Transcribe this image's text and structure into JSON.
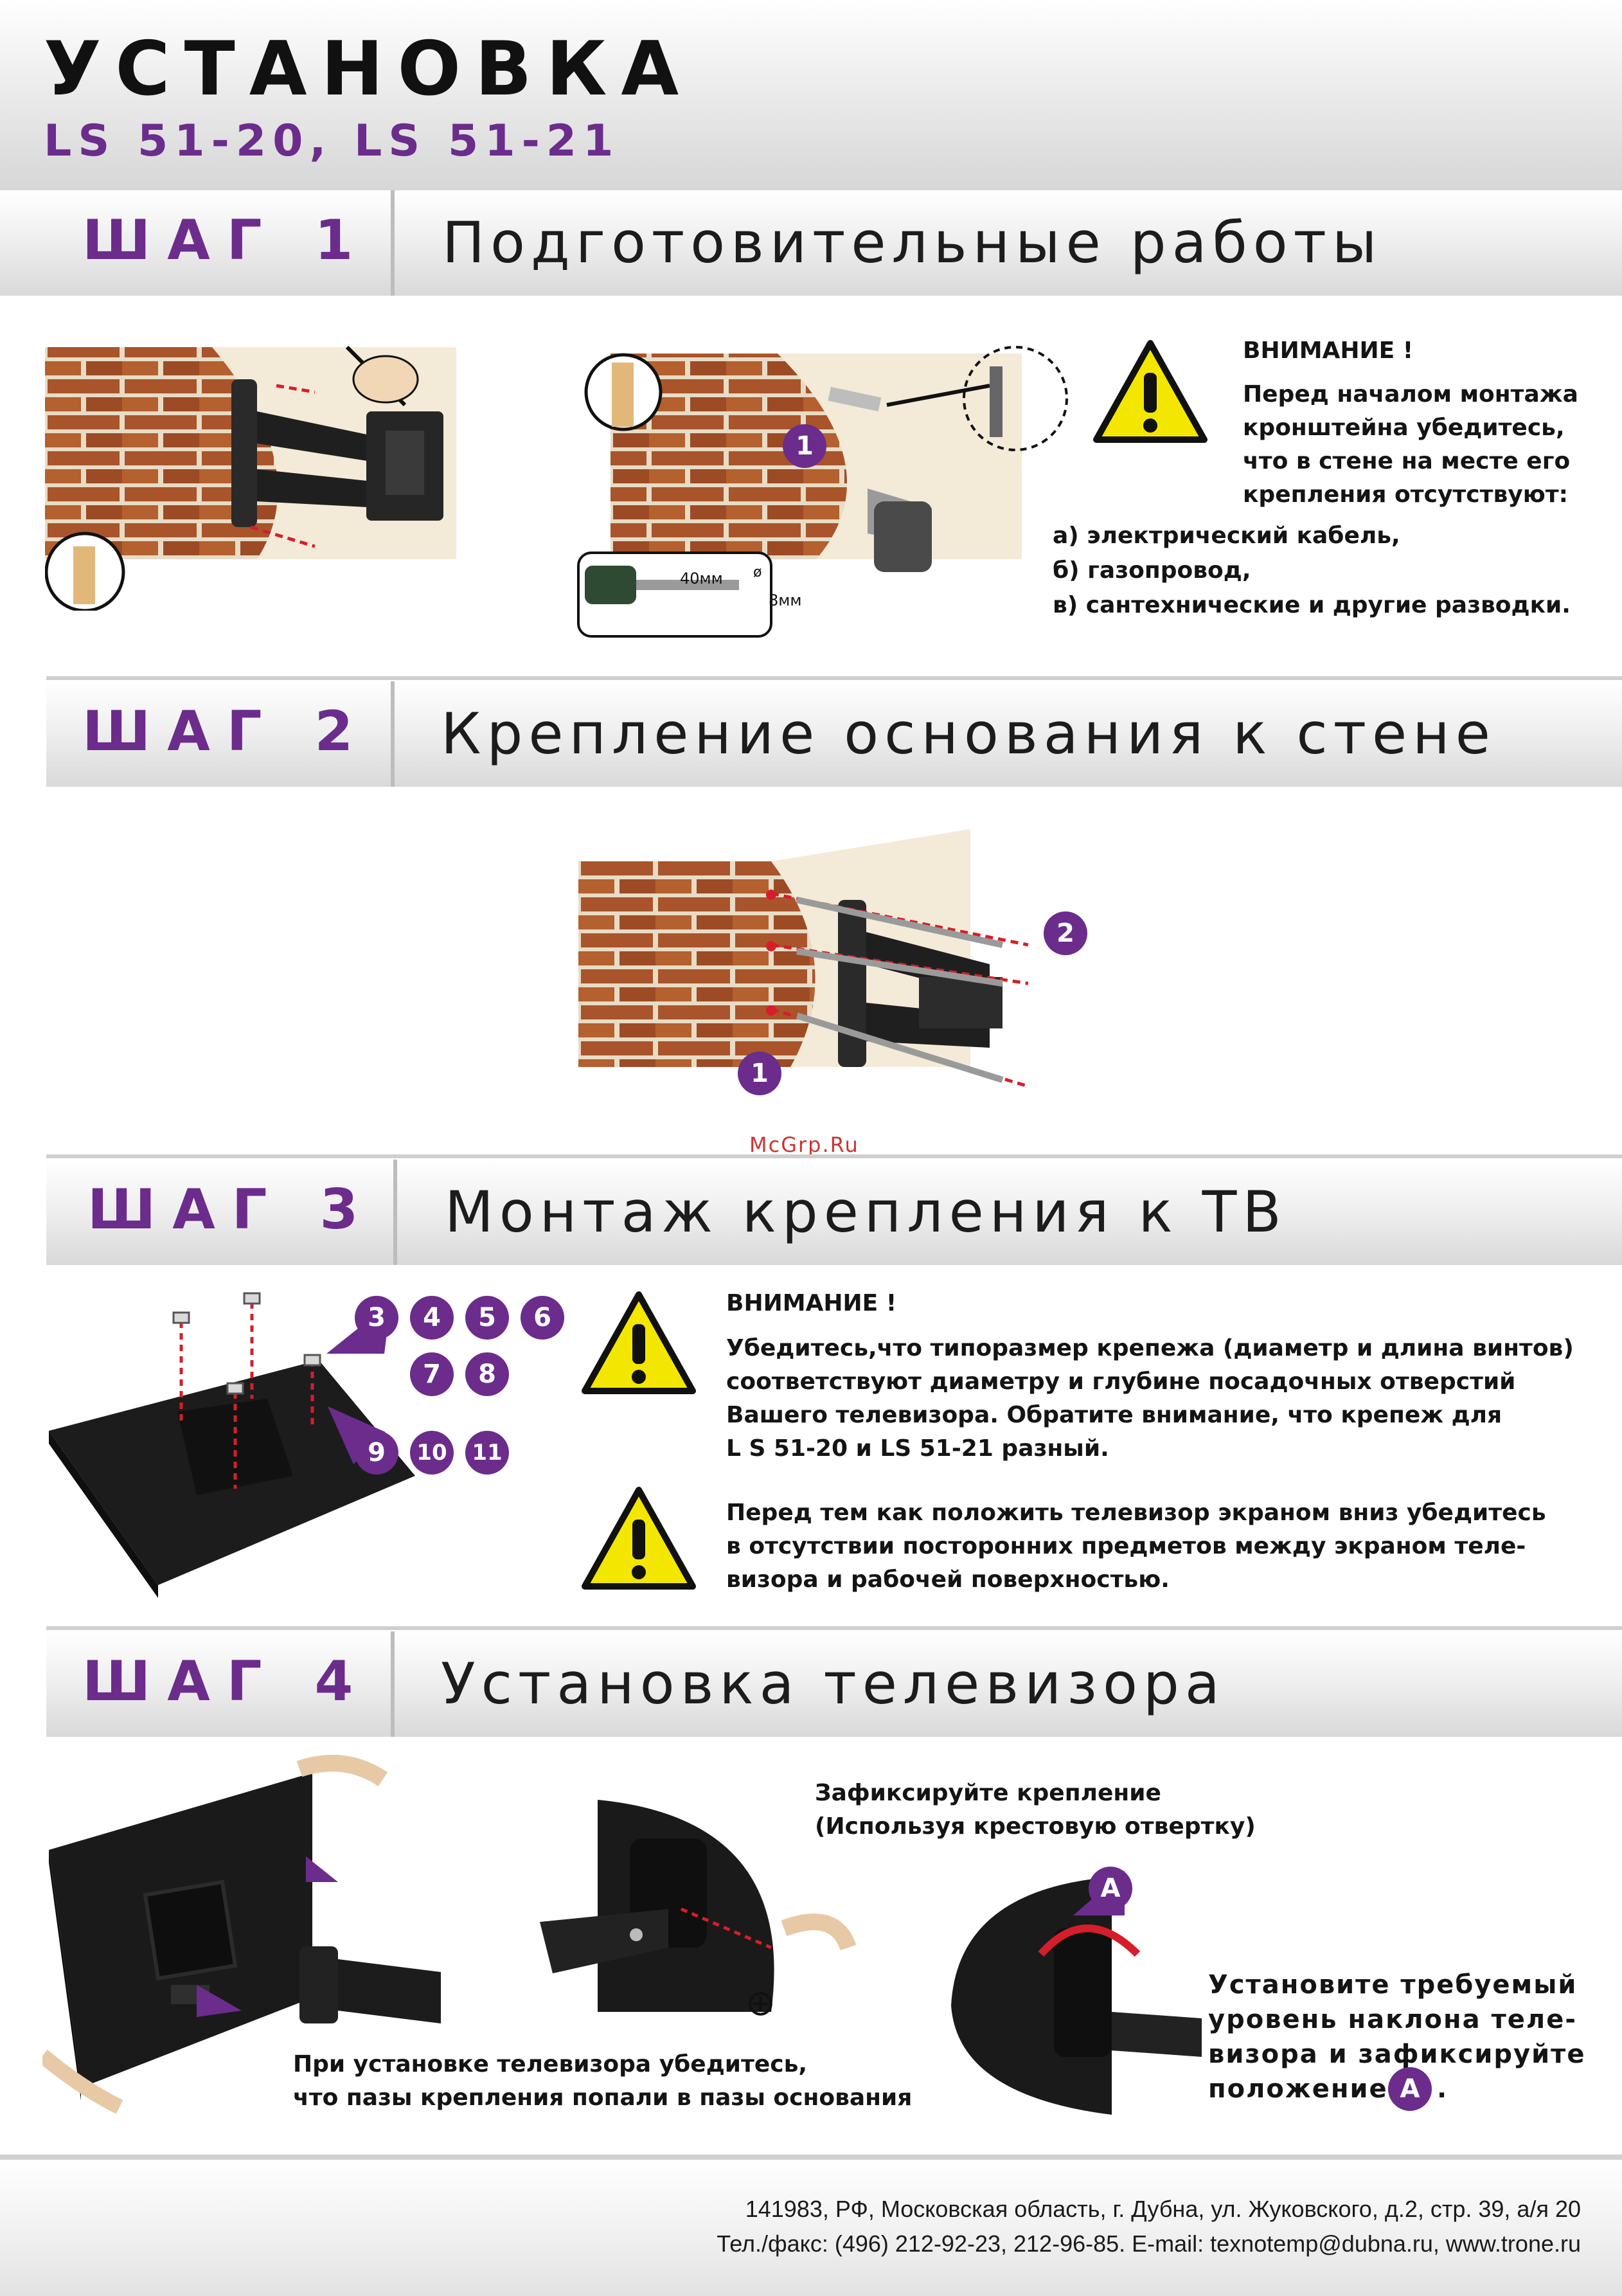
{
  "header": {
    "title": "УСТАНОВКА",
    "subtitle": "LS 51-20, LS 51-21"
  },
  "steps": [
    {
      "label": "ШАГ 1",
      "title": "Подготовительные работы"
    },
    {
      "label": "ШАГ 2",
      "title": "Крепление основания к стене"
    },
    {
      "label": "ШАГ 3",
      "title": "Монтаж крепления к ТВ"
    },
    {
      "label": "ШАГ 4",
      "title": "Установка телевизора"
    }
  ],
  "step1": {
    "drill_dim_length": "40мм",
    "drill_dim_diameter": "8мм",
    "drill_dim_phi": "ø",
    "badge": "1",
    "warning_title": "ВНИМАНИЕ !",
    "warning_lines": [
      "Перед началом монтажа",
      "кронштейна убедитесь,",
      "что в стене на месте его",
      "крепления отсутствуют:"
    ],
    "list": [
      "а) электрический кабель,",
      "б) газопровод,",
      "в) сантехнические и другие разводки."
    ]
  },
  "step2": {
    "badge_1": "1",
    "badge_2": "2",
    "watermark": "McGrp.Ru"
  },
  "step3": {
    "badges_row1": [
      "3",
      "4",
      "5",
      "6"
    ],
    "badges_row2": [
      "7",
      "8"
    ],
    "badges_row3": [
      "9",
      "10",
      "11"
    ],
    "warning1_title": "ВНИМАНИЕ !",
    "warning1_lines": [
      "Убедитесь,что типоразмер крепежа (диаметр и длина винтов)",
      "соответствуют диаметру и глубине посадочных отверстий",
      "Вашего телевизора. Обратите внимание, что крепеж для",
      "L S 51-20 и LS 51-21 разный."
    ],
    "warning2_lines": [
      "Перед тем как положить телевизор экраном вниз убедитесь",
      "в отсутствии посторонних предметов между экраном теле-",
      "визора и рабочей поверхностью."
    ]
  },
  "step4": {
    "fix_title_1": "Зафиксируйте крепление",
    "fix_title_2": "(Используя крестовую отвертку)",
    "plus_symbol": "⊕",
    "badge_a": "A",
    "install_note_1": "При установке телевизора убедитесь,",
    "install_note_2": "что пазы крепления попали в пазы основания",
    "tilt_lines": [
      "Установите требуемый",
      "уровень наклона теле-",
      "визора и зафиксируйте"
    ],
    "tilt_last": "положение",
    "tilt_end": "."
  },
  "footer": {
    "line1": "141983, РФ, Московская область, г. Дубна, ул. Жуковского, д.2, стр. 39, а/я 20",
    "line2": "Тел./факс: (496) 212-92-23, 212-96-85. E-mail: texnotemp@dubna.ru, www.trone.ru"
  },
  "colors": {
    "accent": "#6b2c8c",
    "warning_yellow": "#f3e600",
    "brick": "#a9542a",
    "plaster": "#f3ead8"
  }
}
